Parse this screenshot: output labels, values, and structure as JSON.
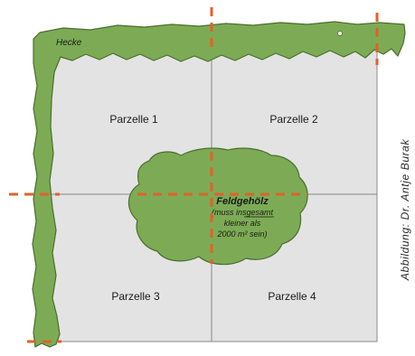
{
  "labels": {
    "hedge": "Hecke",
    "parcels": [
      "Parzelle 1",
      "Parzelle 2",
      "Parzelle 3",
      "Parzelle 4"
    ],
    "grove_title": "Feldgehölz",
    "grove_note_lines": [
      "(muss insgesamt",
      "kleiner als",
      "2000 m² sein)"
    ],
    "grove_note_underlined_word": "insgesamt"
  },
  "credit": "Abbildung: Dr. Antje Burak",
  "colors": {
    "field": "#e3e3e3",
    "field_lines": "#8a8a8a",
    "vegetation": "#7dab55",
    "vegetation_outline": "#4a6e2e",
    "cut_lines": "#e0622a"
  }
}
